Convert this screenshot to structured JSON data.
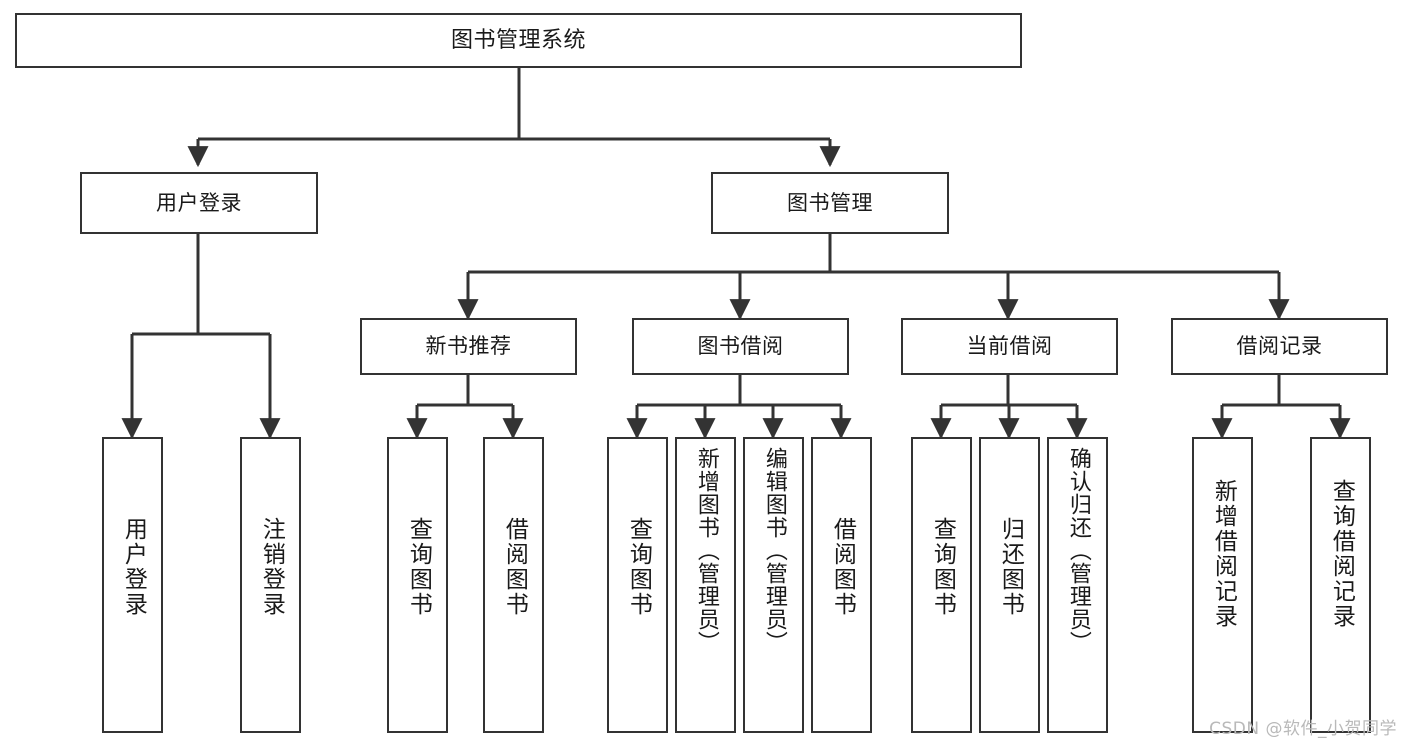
{
  "diagram": {
    "title": "图书管理系统",
    "watermark": "CSDN @软件_小贺同学",
    "line_color": "#333333",
    "box_fill": "#ffffff",
    "text_color": "#1a1a1a",
    "watermark_color": "#b9b9b9"
  },
  "nodes": {
    "root": {
      "label": "图书管理系统"
    },
    "level1": [
      {
        "label": "用户登录"
      },
      {
        "label": "图书管理"
      }
    ],
    "level2": [
      {
        "label": "新书推荐"
      },
      {
        "label": "图书借阅"
      },
      {
        "label": "当前借阅"
      },
      {
        "label": "借阅记录"
      }
    ],
    "leaves_user_login": [
      {
        "label": "用户登录"
      },
      {
        "label": "注销登录"
      }
    ],
    "leaves_new_book": [
      {
        "label": "查询图书"
      },
      {
        "label": "借阅图书"
      }
    ],
    "leaves_borrow": [
      {
        "label": "查询图书"
      },
      {
        "label": "新增图书（管理员）"
      },
      {
        "label": "编辑图书（管理员）"
      },
      {
        "label": "借阅图书"
      }
    ],
    "leaves_current": [
      {
        "label": "查询图书"
      },
      {
        "label": "归还图书"
      },
      {
        "label": "确认归还（管理员）"
      }
    ],
    "leaves_record": [
      {
        "label": "新增借阅记录"
      },
      {
        "label": "查询借阅记录"
      }
    ]
  }
}
